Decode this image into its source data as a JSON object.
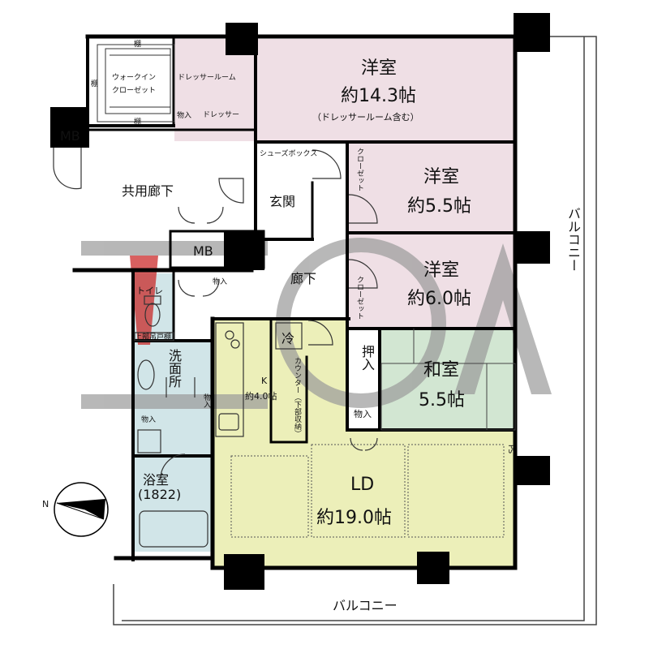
{
  "rooms": {
    "western1": {
      "name": "洋室",
      "size": "約14.3帖",
      "note": "（ドレッサールーム含む）"
    },
    "western2": {
      "name": "洋室",
      "size": "約5.5帖"
    },
    "western3": {
      "name": "洋室",
      "size": "約6.0帖"
    },
    "japanese": {
      "name": "和室",
      "size": "5.5帖"
    },
    "ld": {
      "name": "LD",
      "size": "約19.0帖"
    },
    "kitchen": {
      "name": "K",
      "size": "約4.0帖"
    },
    "bath": {
      "name": "浴室",
      "size": "(1822)"
    },
    "washroom": {
      "name": "洗面所"
    },
    "toilet": {
      "name": "トイレ"
    },
    "entrance": {
      "name": "玄関"
    },
    "hallway": {
      "name": "廊下"
    },
    "common_corridor": {
      "name": "共用廊下"
    }
  },
  "storage": {
    "walk_in_closet_line1": "ウォークイン",
    "walk_in_closet_line2": "クローゼット",
    "dresser_room": "ドレッサールーム",
    "dresser": "ドレッサー",
    "shelf": "棚",
    "storage_small": "物入",
    "shoe_box": "シューズボックス",
    "closet": "クローゼット",
    "oshiire": "押入",
    "upper_shelf": "上部吊戸棚",
    "counter": "カウンター（下部収納）",
    "fridge": "冷"
  },
  "fixtures": {
    "mb": "MB",
    "ps": "PS"
  },
  "balcony": {
    "right": "バルコニー",
    "bottom": "バルコニー"
  },
  "compass": {
    "north": "N"
  },
  "watermark": "TOA",
  "colors": {
    "pink": "#efdfe5",
    "green": "#d2e6d2",
    "blue": "#d1e5e8",
    "yellow": "#ecefb9",
    "wall": "#000000",
    "watermark": "#9a9a9a",
    "watermark_red": "#c81e1e"
  }
}
